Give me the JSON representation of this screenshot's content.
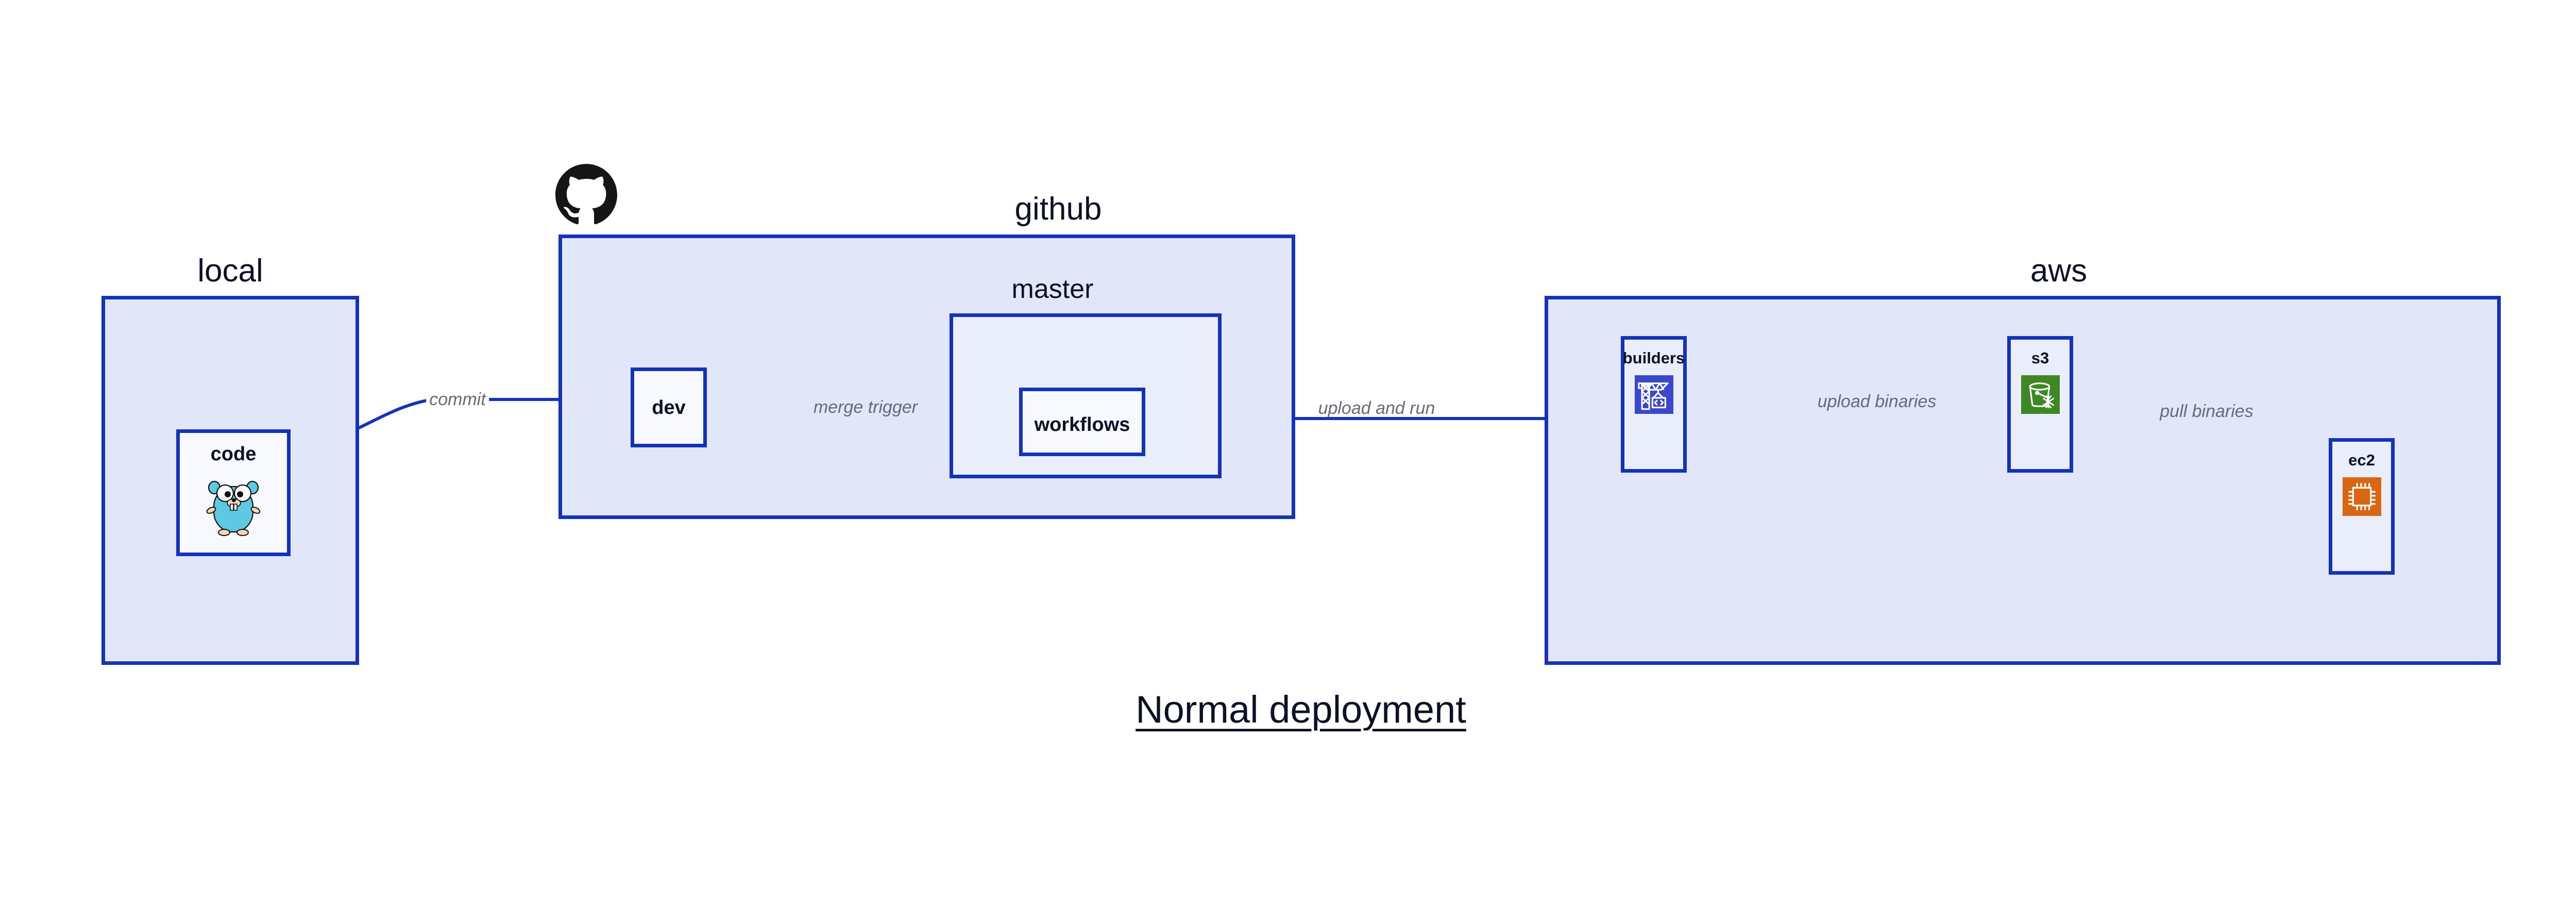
{
  "diagram": {
    "title": "Normal deployment",
    "background": "#ffffff",
    "border_color": "#1433b8",
    "group_fill": "#e1e6f9",
    "group_fill_nested": "#eaeefb",
    "node_fill": "#eaeefb",
    "node_fill_white": "#f7f9fe",
    "label_color": "#0d1127",
    "edge_color": "#1433b8",
    "edge_label_color": "#666b7a"
  },
  "groups": {
    "local": {
      "label": "local"
    },
    "github": {
      "label": "github"
    },
    "master": {
      "label": "master"
    },
    "aws": {
      "label": "aws"
    }
  },
  "nodes": {
    "code": {
      "label": "code",
      "icon": "go-gopher-icon"
    },
    "dev": {
      "label": "dev",
      "icon": "none"
    },
    "workflows": {
      "label": "workflows",
      "icon": "none"
    },
    "builders": {
      "label": "builders",
      "icon": "aws-codebuild-crane-icon",
      "icon_color": "#3b48cc"
    },
    "s3": {
      "label": "s3",
      "icon": "aws-s3-glacier-bucket-icon",
      "icon_color": "#3f8624"
    },
    "ec2": {
      "label": "ec2",
      "icon": "aws-ec2-chip-icon",
      "icon_color": "#d86613"
    }
  },
  "edges": [
    {
      "id": "code-to-dev",
      "label": "commit",
      "from": "code",
      "to": "dev"
    },
    {
      "id": "dev-to-workflows",
      "label": "merge trigger",
      "from": "dev",
      "to": "workflows"
    },
    {
      "id": "workflows-to-builders",
      "label": "upload and run",
      "from": "workflows",
      "to": "builders"
    },
    {
      "id": "builders-to-s3",
      "label": "upload binaries",
      "from": "builders",
      "to": "s3"
    },
    {
      "id": "s3-to-ec2",
      "label": "pull binaries",
      "from": "s3",
      "to": "ec2"
    }
  ],
  "logos": {
    "github": {
      "name": "github-octocat-logo"
    },
    "go": {
      "name": "go-gopher-logo"
    }
  }
}
